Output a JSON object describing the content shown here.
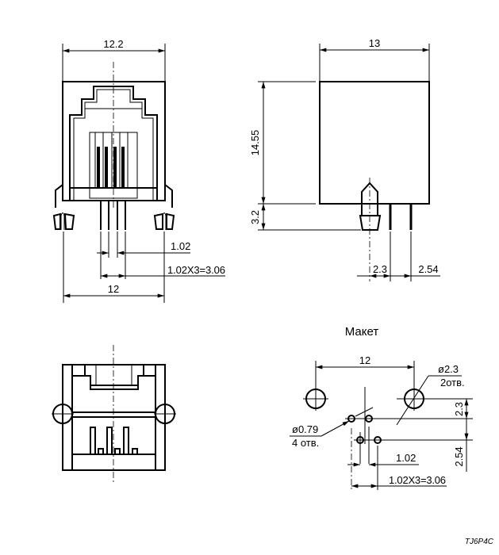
{
  "front_view": {
    "width_top": "12.2",
    "pin_pitch": "1.02",
    "pin_span": "1.02X3=3.06",
    "peg_span": "12"
  },
  "side_view": {
    "depth": "13",
    "height": "14.55",
    "pin_length": "3.2",
    "peg_to_pin": "2.3",
    "pin_row_pitch": "2.54"
  },
  "layout": {
    "title": "Макет",
    "hole_span": "12",
    "big_hole_dia": "ø2.3",
    "big_hole_count": "2отв.",
    "small_hole_dia": "ø0.79",
    "small_hole_count": "4 отв.",
    "row_offset": "2.3",
    "row_pitch": "2.54",
    "pin_pitch": "1.02",
    "pin_span": "1.02X3=3.06"
  },
  "part_code": "TJ6P4C"
}
